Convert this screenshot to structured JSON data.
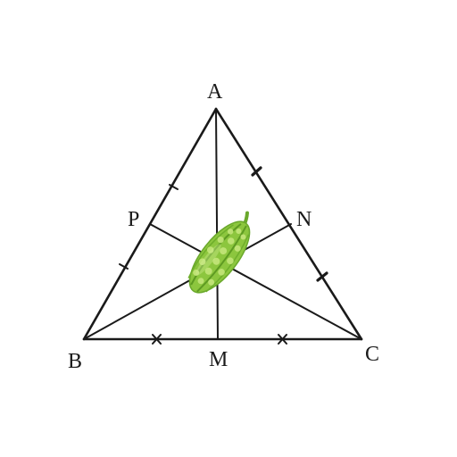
{
  "labels": {
    "A": "A",
    "B": "B",
    "C": "C",
    "M": "M",
    "N": "N",
    "P": "P"
  },
  "colors": {
    "line": "#1a1a1a",
    "gourd_body": "#8cc63e",
    "gourd_dark": "#5e9a22",
    "gourd_light": "#c4e67a"
  },
  "icons": {
    "centroid_object": "bitter-gourd-icon"
  }
}
